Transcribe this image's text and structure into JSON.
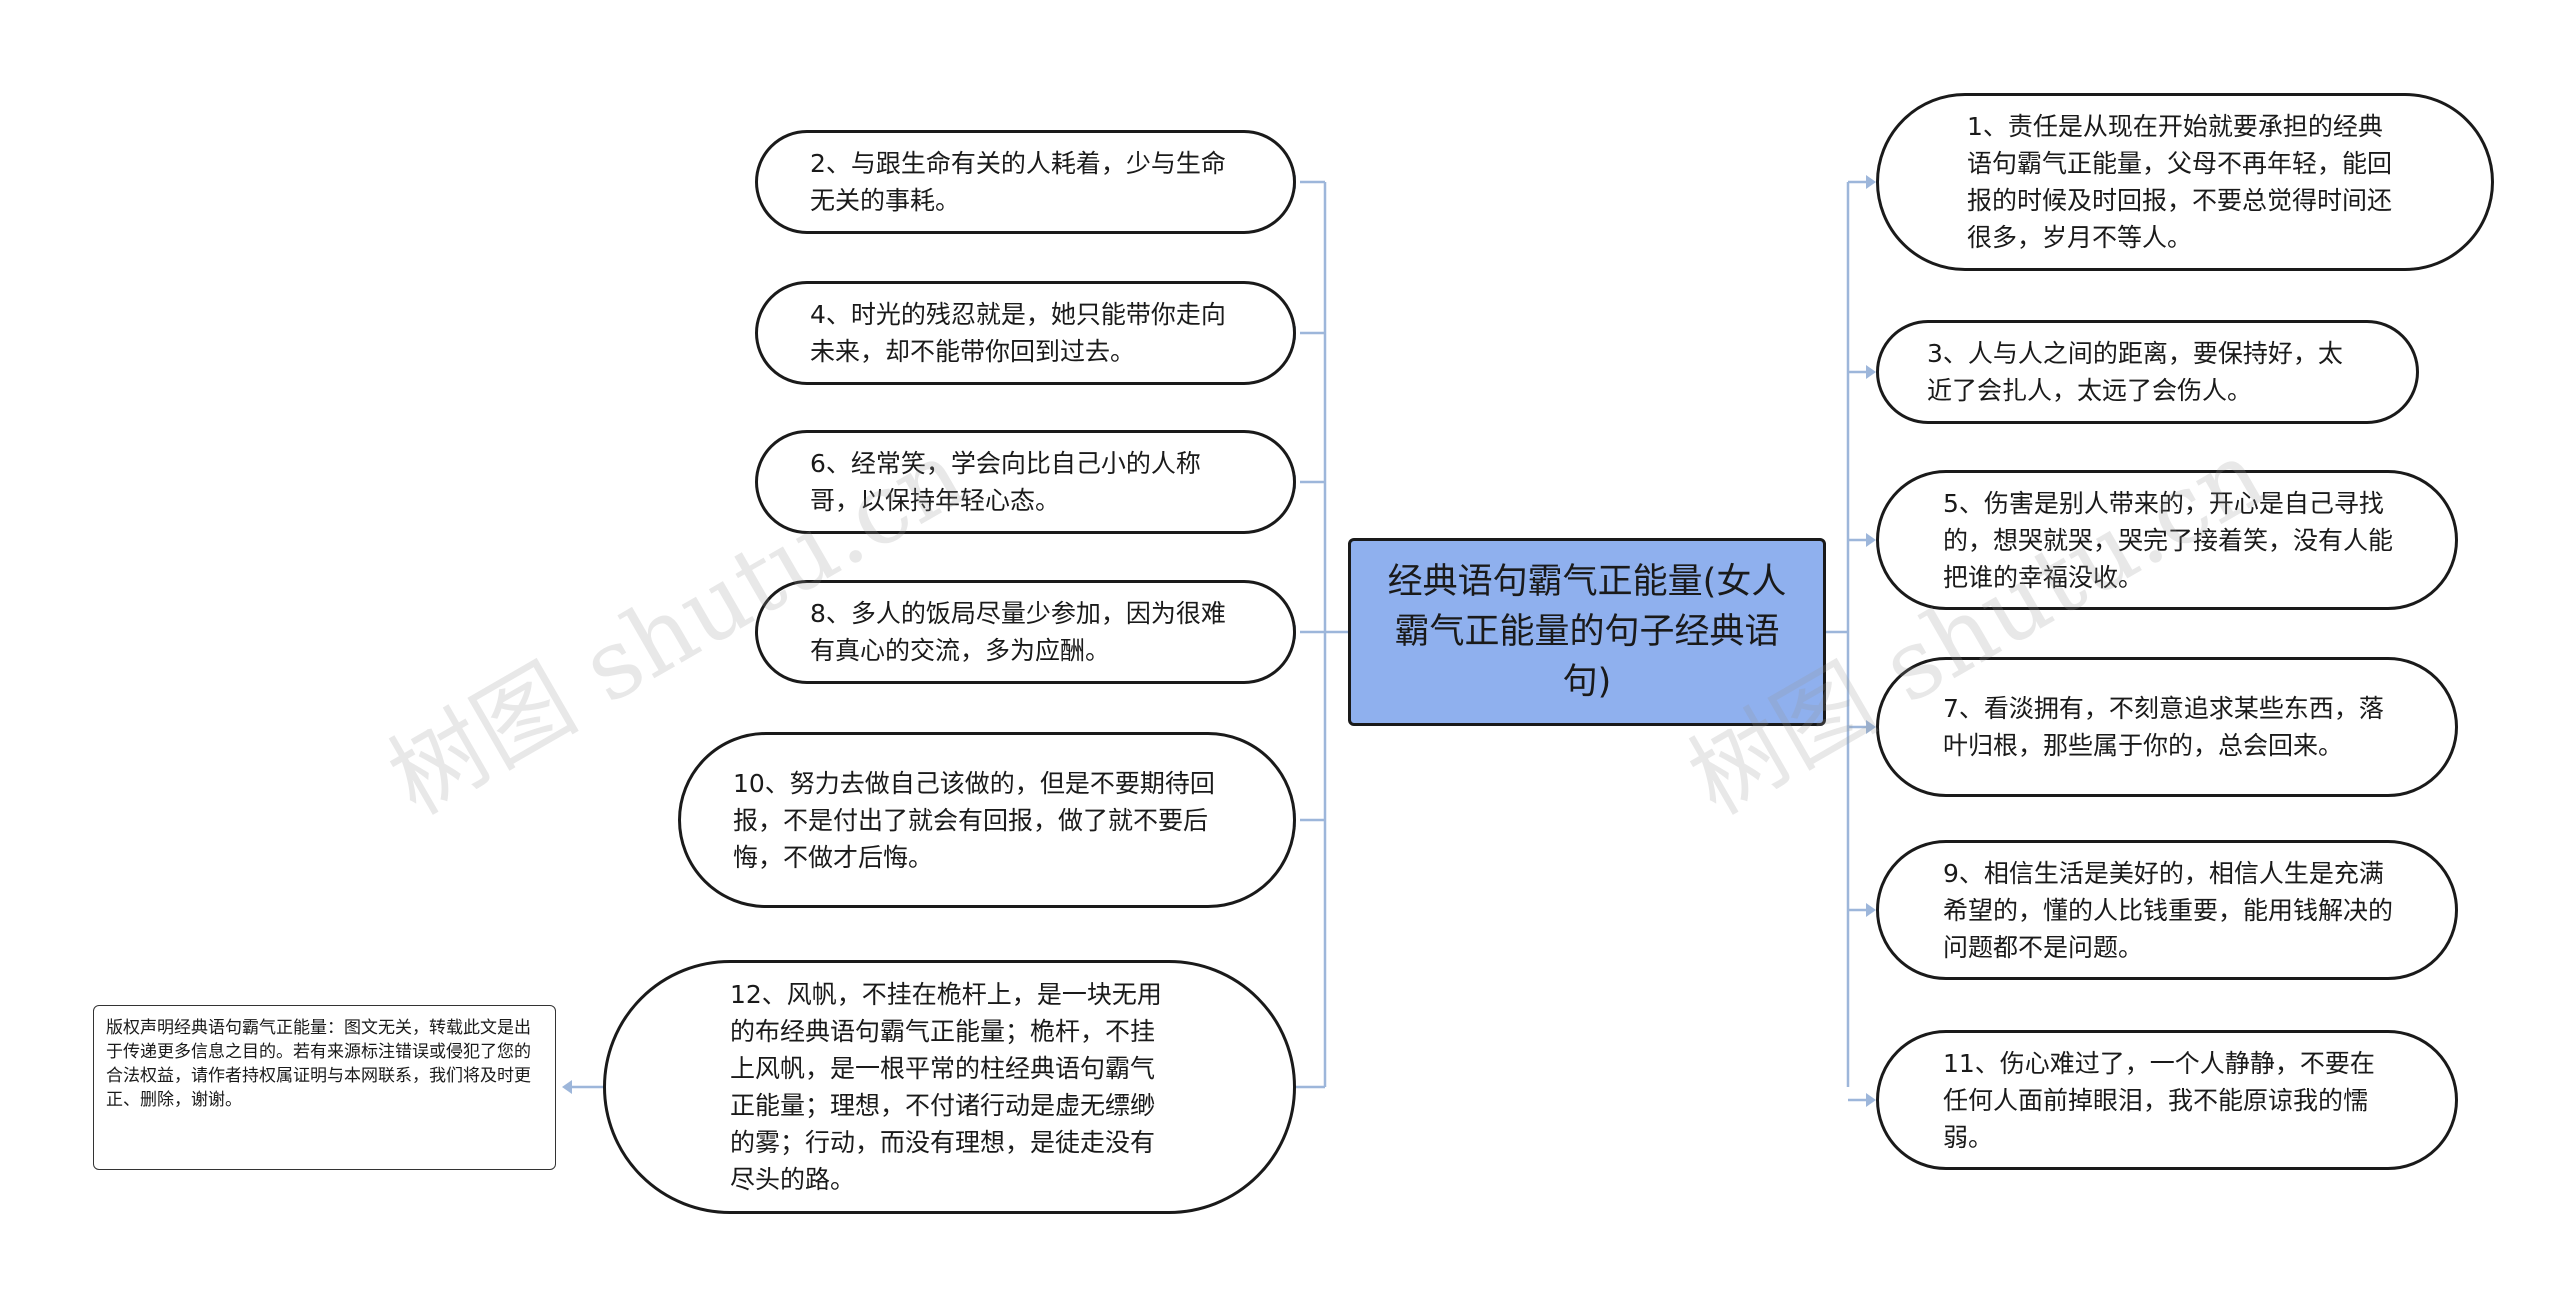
{
  "central": {
    "title": "经典语句霸气正能量(女人霸气正能量的句子经典语句)"
  },
  "left_nodes": [
    {
      "text": "2、与跟生命有关的人耗着，少与生命无关的事耗。"
    },
    {
      "text": "4、时光的残忍就是，她只能带你走向未来，却不能带你回到过去。"
    },
    {
      "text": "6、经常笑，学会向比自己小的人称哥，以保持年轻心态。"
    },
    {
      "text": "8、多人的饭局尽量少参加，因为很难有真心的交流，多为应酬。"
    },
    {
      "text": "10、努力去做自己该做的，但是不要期待回报，不是付出了就会有回报，做了就不要后悔，不做才后悔。"
    },
    {
      "text": "12、风帆，不挂在桅杆上，是一块无用的布经典语句霸气正能量；桅杆，不挂上风帆，是一根平常的柱经典语句霸气正能量；理想，不付诸行动是虚无缥缈的雾；行动，而没有理想，是徒走没有尽头的路。"
    }
  ],
  "right_nodes": [
    {
      "text": "1、责任是从现在开始就要承担的经典语句霸气正能量，父母不再年轻，能回报的时候及时回报，不要总觉得时间还很多，岁月不等人。"
    },
    {
      "text": "3、人与人之间的距离，要保持好，太近了会扎人，太远了会伤人。"
    },
    {
      "text": "5、伤害是别人带来的，开心是自己寻找的，想哭就哭，哭完了接着笑，没有人能把谁的幸福没收。"
    },
    {
      "text": "7、看淡拥有，不刻意追求某些东西，落叶归根，那些属于你的，总会回来。"
    },
    {
      "text": "9、相信生活是美好的，相信人生是充满希望的，懂的人比钱重要，能用钱解决的问题都不是问题。"
    },
    {
      "text": "11、伤心难过了，一个人静静，不要在任何人面前掉眼泪，我不能原谅我的懦弱。"
    }
  ],
  "copyright": {
    "text": "版权声明经典语句霸气正能量：图文无关，转载此文是出于传递更多信息之目的。若有来源标注错误或侵犯了您的合法权益，请作者持权属证明与本网联系，我们将及时更正、删除，谢谢。"
  },
  "watermarks": [
    "树图 shutu.cn",
    "树图 shutu.cn"
  ],
  "colors": {
    "central_fill": "#8fb0ee",
    "connector": "#9db6da",
    "border": "#1a1a1a"
  }
}
